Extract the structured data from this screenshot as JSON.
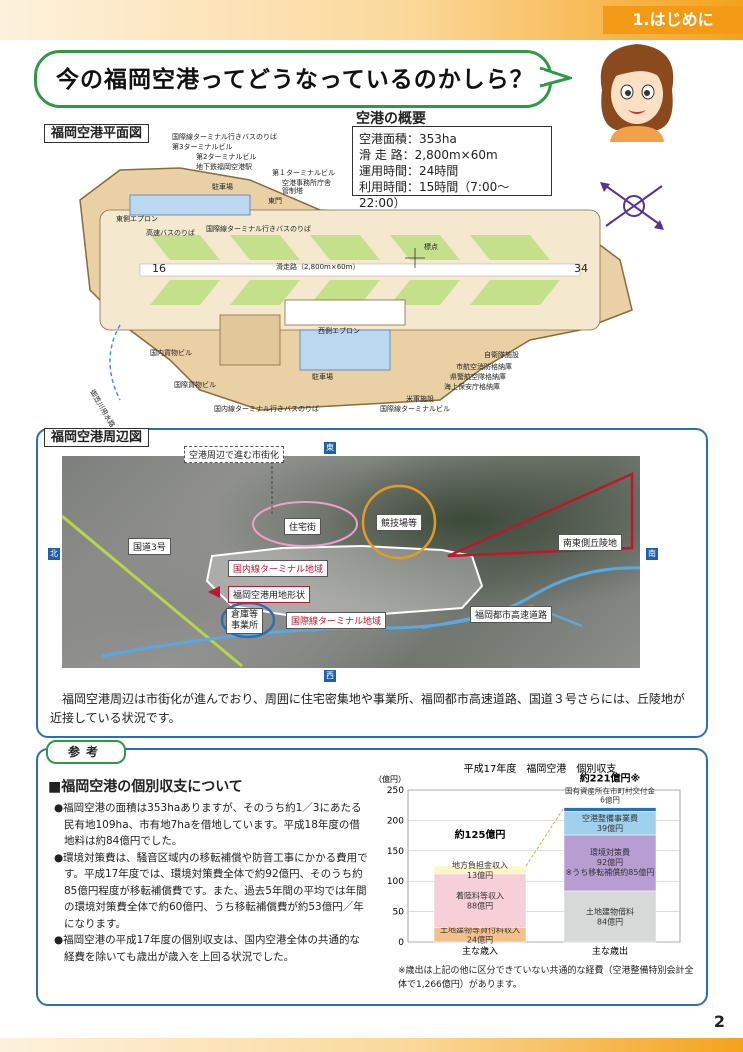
{
  "header": {
    "chapter": "1.はじめに"
  },
  "page_number": "2",
  "title": "今の福岡空港ってどうなっているのかしら？",
  "plan": {
    "label": "福岡空港平面図",
    "labels": {
      "bus_intl": "国際線ターミナル行きバスのりば",
      "t3": "第3ターミナルビル",
      "t2": "第2ターミナルビル",
      "subway": "地下鉄福岡空港駅",
      "parking": "駐車場",
      "t1": "第１ターミナルビル",
      "office": "空港事務所庁舎",
      "tower": "管制塔",
      "east_gate": "東門",
      "east_apron": "東側エプロン",
      "express_bus": "高速バスのりば",
      "bus_intl2": "国際線ターミナル行きバスのりば",
      "marker": "標点",
      "rwy16": "16",
      "rwy34": "34",
      "runway": "滑走路（2,800m×60m）",
      "west_apron": "西側エプロン",
      "dom_cargo": "国内貨物ビル",
      "intl_cargo": "国際貨物ビル",
      "parking_w": "駐車場",
      "sdf": "自衛隊施設",
      "fire": "市航空消防格納庫",
      "police": "県警航空隊格納庫",
      "coast": "海上保安庁格納庫",
      "usf": "米軍施設",
      "bus_dom": "国内線ターミナル行きバスのりば",
      "intl_terminal": "国際線ターミナルビル",
      "river": "御笠川用水路"
    }
  },
  "overview": {
    "title": "空港の概要",
    "lines": [
      "空港面積：353ha",
      "滑 走 路：2,800m×60m",
      "運用時間：24時間",
      "利用時間：15時間（7:00〜22:00）"
    ]
  },
  "surroundings": {
    "label": "福岡空港周辺図",
    "labels": {
      "urban": "空港周辺で進む市街化",
      "houses": "住宅街",
      "stadium": "競技場等",
      "route3": "国道3号",
      "southeast_hills": "南東側丘陵地",
      "domestic": "国内線ターミナル地域",
      "site": "福岡空港用地形状",
      "warehouse": "倉庫等\n事業所",
      "international": "国際線ターミナル地域",
      "expressway": "福岡都市高速道路"
    },
    "dirs": {
      "east": "東",
      "west": "西",
      "south": "南",
      "north": "北"
    },
    "text": "福岡空港周辺は市街化が進んでおり、周囲に住宅密集地や事業所、福岡都市高速道路、国道３号さらには、丘陵地が近接している状況です。"
  },
  "reference": {
    "tab": "参考",
    "heading": "■福岡空港の個別収支について",
    "bullets": [
      "●福岡空港の面積は353haありますが、そのうち約1／3にあたる民有地109ha、市有地7haを借地しています。平成18年度の借地料は約84億円でした。",
      "●環境対策費は、騒音区域内の移転補償や防音工事にかかる費用です。平成17年度では、環境対策費全体で約92億円、そのうち約85億円程度が移転補償費です。また、過去5年間の平均では年間の環境対策費全体で約60億円、うち移転補償費が約53億円／年になります。",
      "●福岡空港の平成17年度の個別収支は、国内空港全体の共通的な経費を除いても歳出が歳入を上回る状況でした。"
    ],
    "note": "※歳出は上記の他に区分できていない共通的な経費（空港整備特別会計全体で1,266億円）があります。"
  },
  "chart_data": {
    "type": "bar",
    "title": "平成17年度　福岡空港　個別収支",
    "ylabel": "（億円）",
    "ylim": [
      0,
      250
    ],
    "yticks": [
      0,
      50,
      100,
      150,
      200,
      250
    ],
    "categories": [
      "主な歳入",
      "主な歳出"
    ],
    "totals": [
      "約125億円",
      "約221億円※"
    ],
    "stacks": [
      [
        {
          "label": "土地建物等貸付料収入",
          "value_label": "24億円",
          "value": 24,
          "color": "#f3c08c"
        },
        {
          "label": "着陸料等収入",
          "value_label": "88億円",
          "value": 88,
          "color": "#f7cfd6"
        },
        {
          "label": "地方負担金収入",
          "value_label": "13億円",
          "value": 13,
          "color": "#fff6c6"
        }
      ],
      [
        {
          "label": "土地建物借料",
          "value_label": "84億円",
          "value": 84,
          "color": "#d7d8d8"
        },
        {
          "label": "環境対策費",
          "value_label": "92億円",
          "sub": "※うち移転補償約85億円",
          "value": 92,
          "color": "#b79dd2"
        },
        {
          "label": "空港整備事業費",
          "value_label": "39億円",
          "value": 39,
          "color": "#9fd0ee"
        },
        {
          "label": "国有資産所在市町村交付金",
          "value_label": "6億円",
          "value": 6,
          "color": "#2a6fb5"
        }
      ]
    ]
  }
}
